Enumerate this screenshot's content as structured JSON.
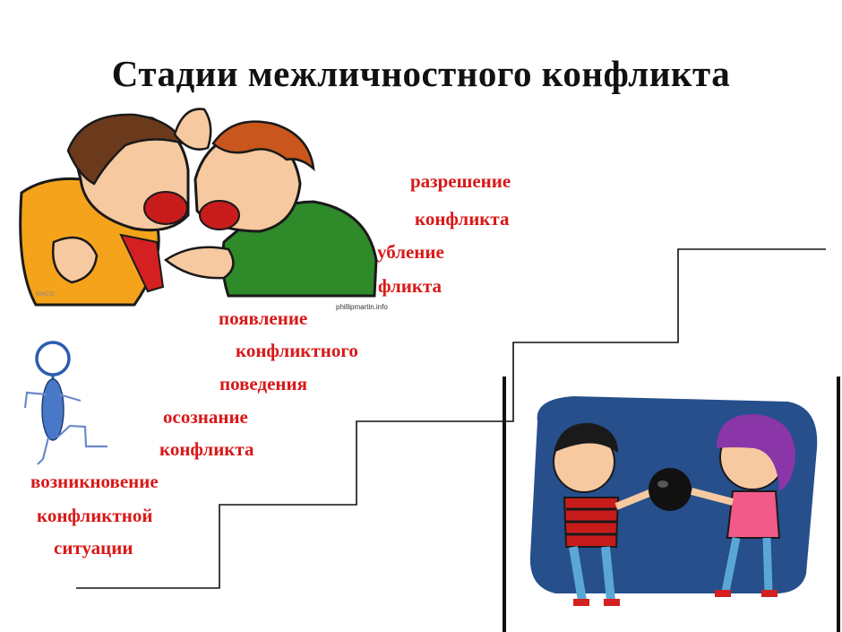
{
  "slide": {
    "title": "Стадии межличностного конфликта"
  },
  "stages": [
    {
      "lines": [
        "возникновение",
        "конфликтной",
        "ситуации"
      ]
    },
    {
      "lines": [
        "осознание",
        "конфликта"
      ]
    },
    {
      "lines": [
        "появление",
        "конфликтного",
        "поведения"
      ]
    },
    {
      "lines": [
        "углубление",
        "конфликта"
      ],
      "visible_lines": [
        "убление",
        "фликта"
      ]
    },
    {
      "lines": [
        "разрешение",
        "конфликта"
      ]
    }
  ],
  "illustrations": {
    "fighting_boys": {
      "icon": "fighting-boys-illustration",
      "credit": "phillipmartin.info"
    },
    "climbing_figure": {
      "icon": "climbing-stick-figure-icon"
    },
    "children_tug": {
      "icon": "children-fighting-over-ball-illustration"
    }
  },
  "colors": {
    "label_red": "#d81818",
    "title": "#111111",
    "stair_line": "#111111",
    "panel_blue": "#264f8c"
  }
}
